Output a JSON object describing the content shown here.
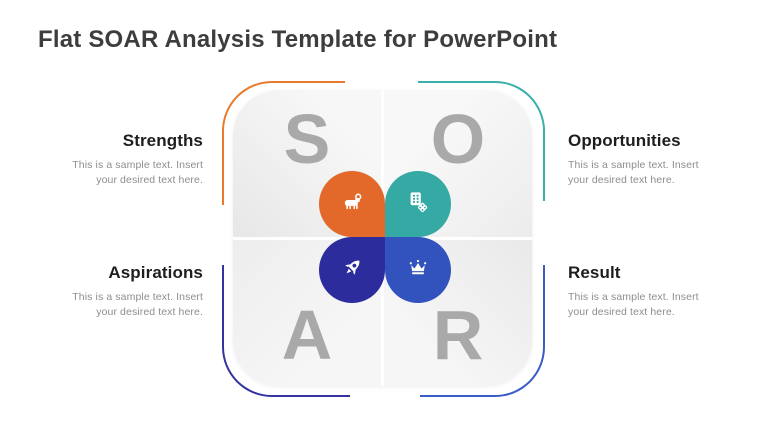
{
  "title": "Flat SOAR Analysis Template for PowerPoint",
  "diagram": {
    "letters": {
      "strengths": "S",
      "opportunities": "O",
      "aspirations": "A",
      "result": "R"
    },
    "petals": [
      {
        "id": "strengths",
        "icon": "ram-icon",
        "color": "#E2692A"
      },
      {
        "id": "opportunities",
        "icon": "dice-icon",
        "color": "#35A9A4"
      },
      {
        "id": "aspirations",
        "icon": "rocket-icon",
        "color": "#2D2C9C"
      },
      {
        "id": "result",
        "icon": "crown-icon",
        "color": "#3253BE"
      }
    ],
    "bracket_colors": {
      "top_left": "#E87A2E",
      "top_right": "#3BAFAA",
      "bottom_left": "#34339F",
      "bottom_right": "#3A5BC8"
    },
    "letter_color": "#A9A9A9"
  },
  "sections": {
    "strengths": {
      "title": "Strengths",
      "body_lines": [
        "This is a sample text. Insert",
        "your desired text here."
      ]
    },
    "opportunities": {
      "title": "Opportunities",
      "body_lines": [
        "This is a sample text. Insert",
        "your desired text here."
      ]
    },
    "aspirations": {
      "title": "Aspirations",
      "body_lines": [
        "This is a sample text. Insert",
        "your desired text here."
      ]
    },
    "result": {
      "title": "Result",
      "body_lines": [
        "This is a sample text. Insert",
        "your desired text here."
      ]
    }
  }
}
